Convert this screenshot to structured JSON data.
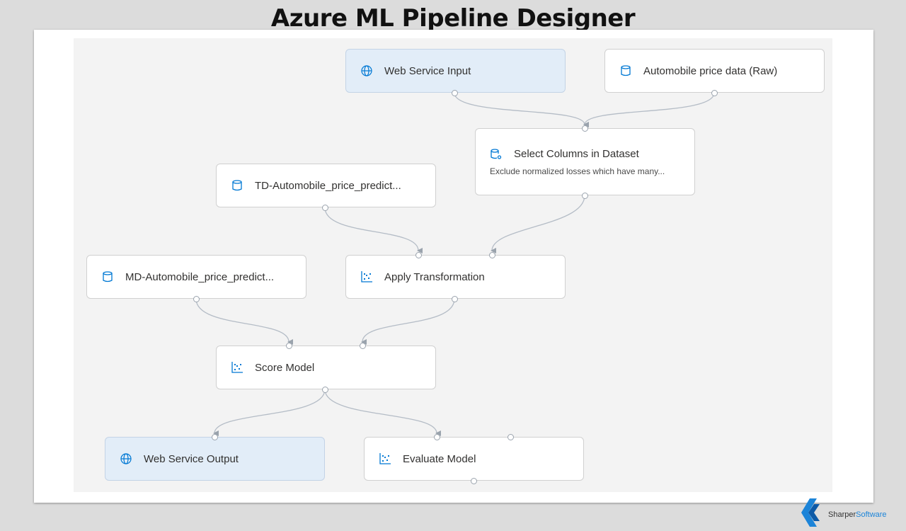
{
  "page": {
    "title": "Azure ML Pipeline Designer"
  },
  "nodes": [
    {
      "id": "web_service_input",
      "label": "Web Service Input",
      "icon": "globe-icon",
      "kind": "web-service"
    },
    {
      "id": "automobile_raw",
      "label": "Automobile price data (Raw)",
      "icon": "database-icon",
      "kind": "dataset"
    },
    {
      "id": "select_columns",
      "label": "Select Columns in Dataset",
      "sublabel": "Exclude normalized losses which have many...",
      "icon": "dataset-settings-icon",
      "kind": "module"
    },
    {
      "id": "td_automobile",
      "label": "TD-Automobile_price_predict...",
      "icon": "database-icon",
      "kind": "dataset"
    },
    {
      "id": "md_automobile",
      "label": "MD-Automobile_price_predict...",
      "icon": "database-icon",
      "kind": "dataset"
    },
    {
      "id": "apply_transformation",
      "label": "Apply Transformation",
      "icon": "scatter-plot-icon",
      "kind": "module"
    },
    {
      "id": "score_model",
      "label": "Score Model",
      "icon": "scatter-plot-icon",
      "kind": "module"
    },
    {
      "id": "web_service_output",
      "label": "Web Service Output",
      "icon": "globe-icon",
      "kind": "web-service"
    },
    {
      "id": "evaluate_model",
      "label": "Evaluate Model",
      "icon": "scatter-plot-icon",
      "kind": "module"
    }
  ],
  "brand": {
    "logo_part1": "Sharper",
    "logo_part2": "Software"
  },
  "colors": {
    "icon": "#0078d4",
    "web_service_fill": "#e2edf8",
    "canvas": "#f3f3f3",
    "edge": "#a8b2bd"
  }
}
